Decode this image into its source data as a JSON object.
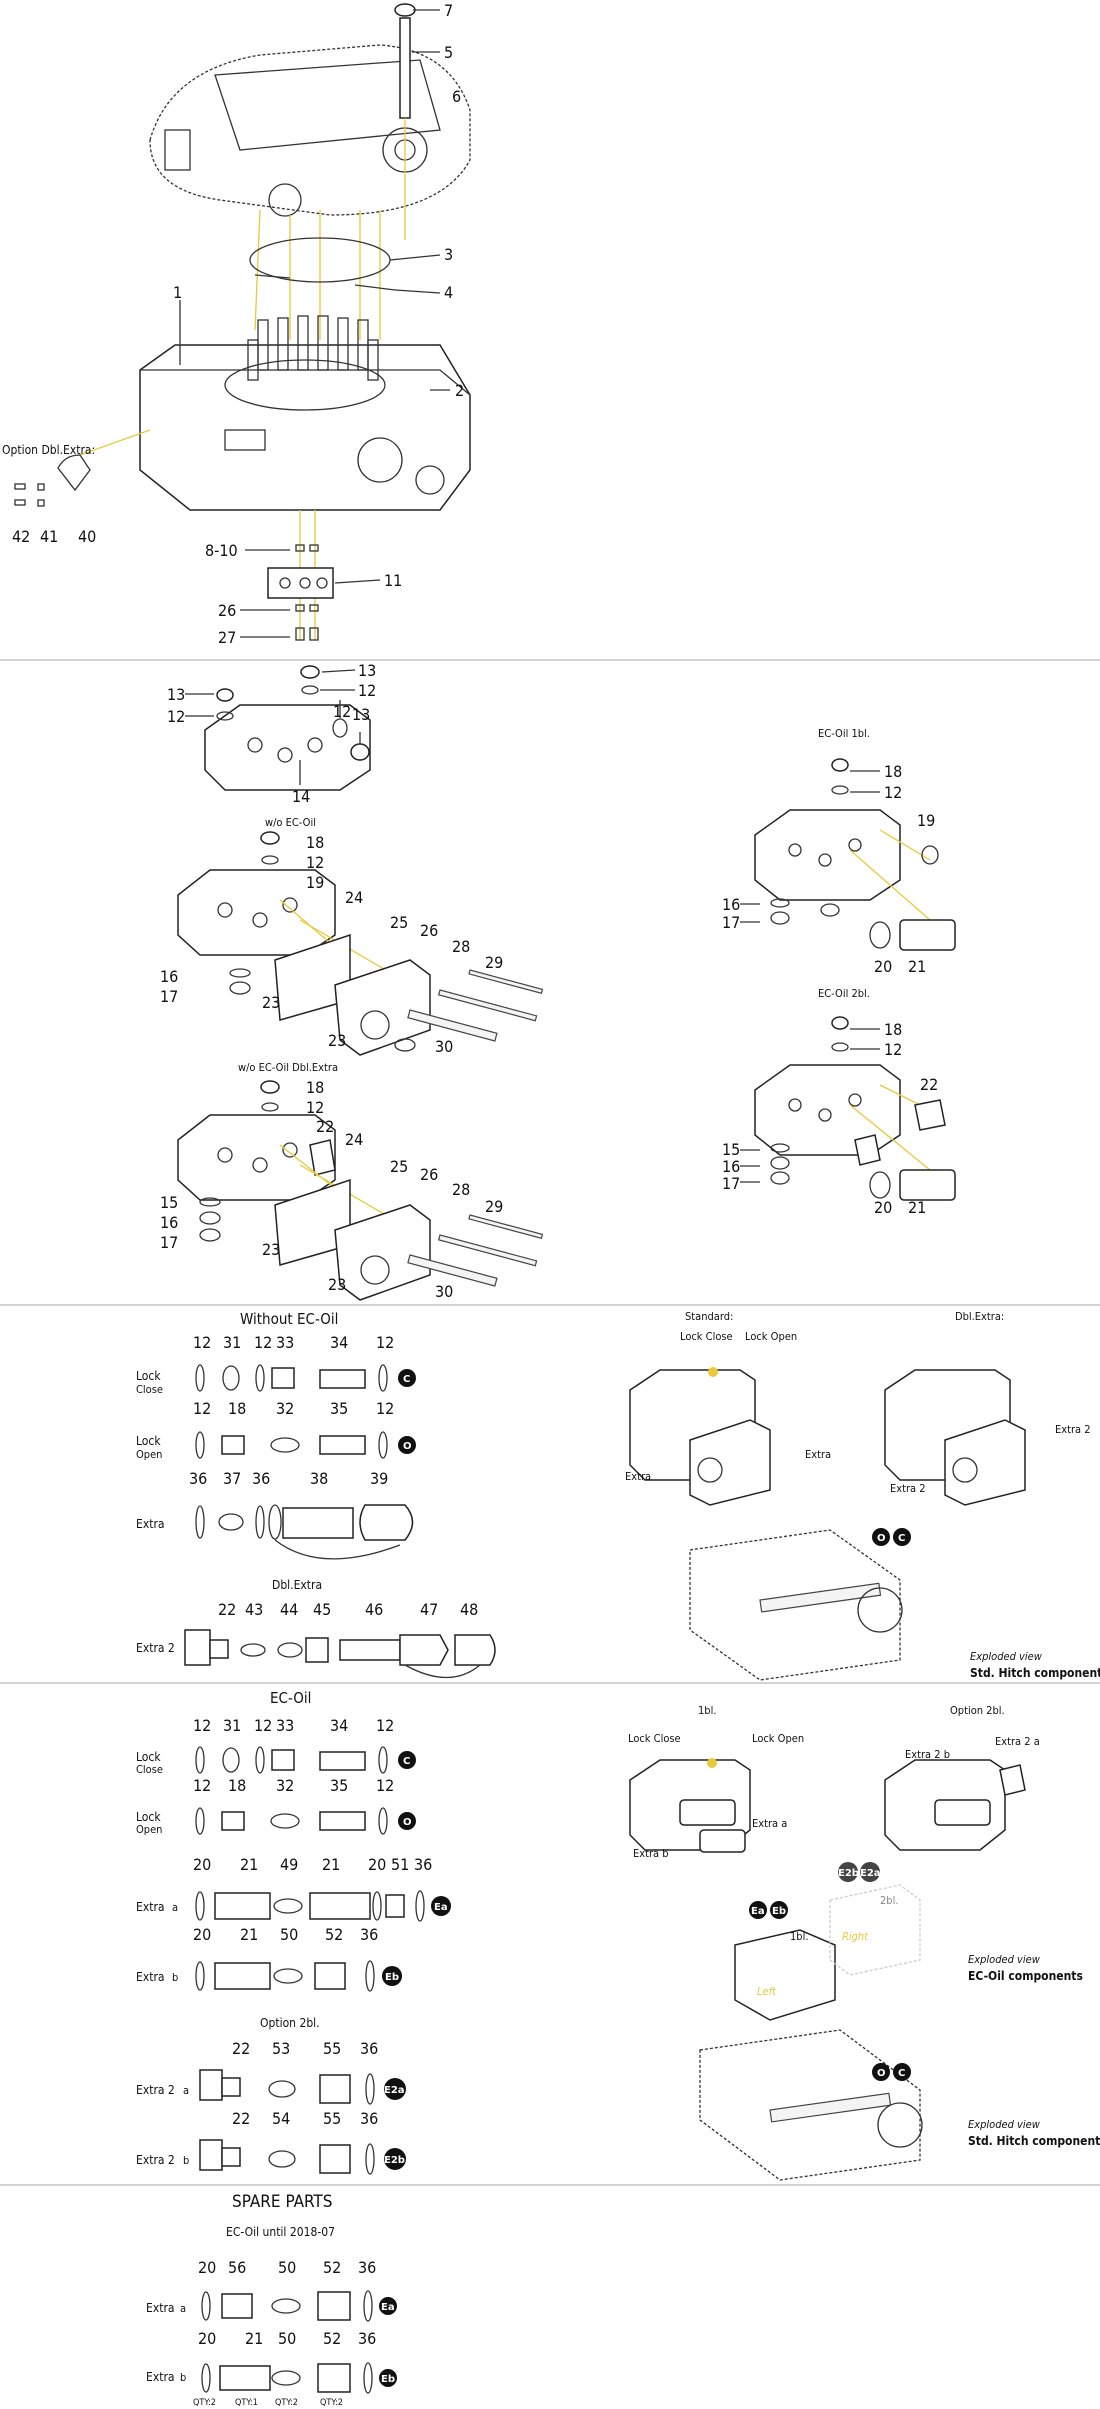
{
  "top": {
    "callouts": [
      "7",
      "5",
      "6",
      "3",
      "4",
      "1",
      "2",
      "11",
      "8-10",
      "26",
      "27",
      "42",
      "41",
      "40"
    ],
    "option_label": "Option Dbl.Extra:"
  },
  "sec2": {
    "left_callouts_a": [
      "13",
      "12",
      "13",
      "12",
      "12",
      "13",
      "14"
    ],
    "woec_label": "w/o EC-Oil",
    "woec_callouts": [
      "18",
      "12",
      "19",
      "24",
      "25",
      "26",
      "28",
      "29",
      "16",
      "17",
      "23",
      "23",
      "30"
    ],
    "woecdbl_label": "w/o EC-Oil Dbl.Extra",
    "woecdbl_callouts": [
      "18",
      "12",
      "22",
      "24",
      "25",
      "26",
      "28",
      "29",
      "15",
      "16",
      "17",
      "23",
      "23",
      "30"
    ],
    "ec1_label": "EC-Oil 1bl.",
    "ec1_callouts": [
      "18",
      "12",
      "19",
      "16",
      "17",
      "20",
      "21"
    ],
    "ec2_label": "EC-Oil 2bl.",
    "ec2_callouts": [
      "18",
      "12",
      "22",
      "15",
      "16",
      "17",
      "20",
      "21"
    ]
  },
  "sec3": {
    "title": "Without EC-Oil",
    "row_lock_close": {
      "l1": "Lock",
      "l2": "Close",
      "nums": [
        "12",
        "31",
        "12",
        "33",
        "34",
        "12"
      ],
      "badge": "C"
    },
    "row_lock_open": {
      "l1": "Lock",
      "l2": "Open",
      "nums": [
        "12",
        "18",
        "32",
        "35",
        "12"
      ],
      "badge": "O"
    },
    "row_extra": {
      "l1": "Extra",
      "nums": [
        "36",
        "37",
        "36",
        "38",
        "39"
      ]
    },
    "dbl_title": "Dbl.Extra",
    "row_extra2": {
      "l1": "Extra 2",
      "nums": [
        "22",
        "43",
        "44",
        "45",
        "46",
        "47",
        "48"
      ]
    },
    "std_label": "Standard:",
    "dbl_label": "Dbl.Extra:",
    "lock_close": "Lock Close",
    "lock_open": "Lock Open",
    "extra": "Extra",
    "extra2": "Extra 2",
    "exploded": "Exploded view",
    "std_hitch": "Std. Hitch components"
  },
  "sec4": {
    "title": "EC-Oil",
    "row_lock_close": {
      "l1": "Lock",
      "l2": "Close",
      "nums": [
        "12",
        "31",
        "12",
        "33",
        "34",
        "12"
      ],
      "badge": "C"
    },
    "row_lock_open": {
      "l1": "Lock",
      "l2": "Open",
      "nums": [
        "12",
        "18",
        "32",
        "35",
        "12"
      ],
      "badge": "O"
    },
    "row_extra_a": {
      "l1": "Extra",
      "sub": "a",
      "nums": [
        "20",
        "21",
        "49",
        "21",
        "20",
        "51",
        "36"
      ],
      "badge": "Ea"
    },
    "row_extra_b": {
      "l1": "Extra",
      "sub": "b",
      "nums": [
        "20",
        "21",
        "50",
        "52",
        "36"
      ],
      "badge": "Eb"
    },
    "opt_title": "Option 2bl.",
    "row_extra_2a": {
      "l1": "Extra 2",
      "sub": "a",
      "nums": [
        "22",
        "53",
        "55",
        "36"
      ],
      "badge": "E2a"
    },
    "row_extra_2b": {
      "l1": "Extra 2",
      "sub": "b",
      "nums": [
        "22",
        "54",
        "55",
        "36"
      ],
      "badge": "E2b"
    },
    "r_1bl": "1bl.",
    "r_opt2bl": "Option 2bl.",
    "lock_close": "Lock Close",
    "lock_open": "Lock Open",
    "extra_a": "Extra a",
    "extra_b": "Extra b",
    "extra_2a": "Extra 2 a",
    "extra_2b": "Extra 2 b",
    "tag_1bl": "1bl.",
    "tag_2bl": "2bl.",
    "tag_left": "Left",
    "tag_right": "Right",
    "exploded": "Exploded view",
    "ec_comp": "EC-Oil components",
    "std_hitch": "Std. Hitch components"
  },
  "sec5": {
    "title": "SPARE PARTS",
    "subtitle": "EC-Oil until 2018-07",
    "row_extra_a": {
      "l1": "Extra",
      "sub": "a",
      "nums": [
        "20",
        "56",
        "50",
        "52",
        "36"
      ],
      "badge": "Ea"
    },
    "row_extra_b": {
      "l1": "Extra",
      "sub": "b",
      "nums": [
        "20",
        "21",
        "50",
        "52",
        "36"
      ],
      "badge": "Eb"
    },
    "qty": [
      "QTY:2",
      "QTY:1",
      "QTY:2",
      "QTY:2"
    ]
  },
  "colors": {
    "accent": "#e8c93a",
    "line": "#333333",
    "separator": "#aaaaaa"
  }
}
